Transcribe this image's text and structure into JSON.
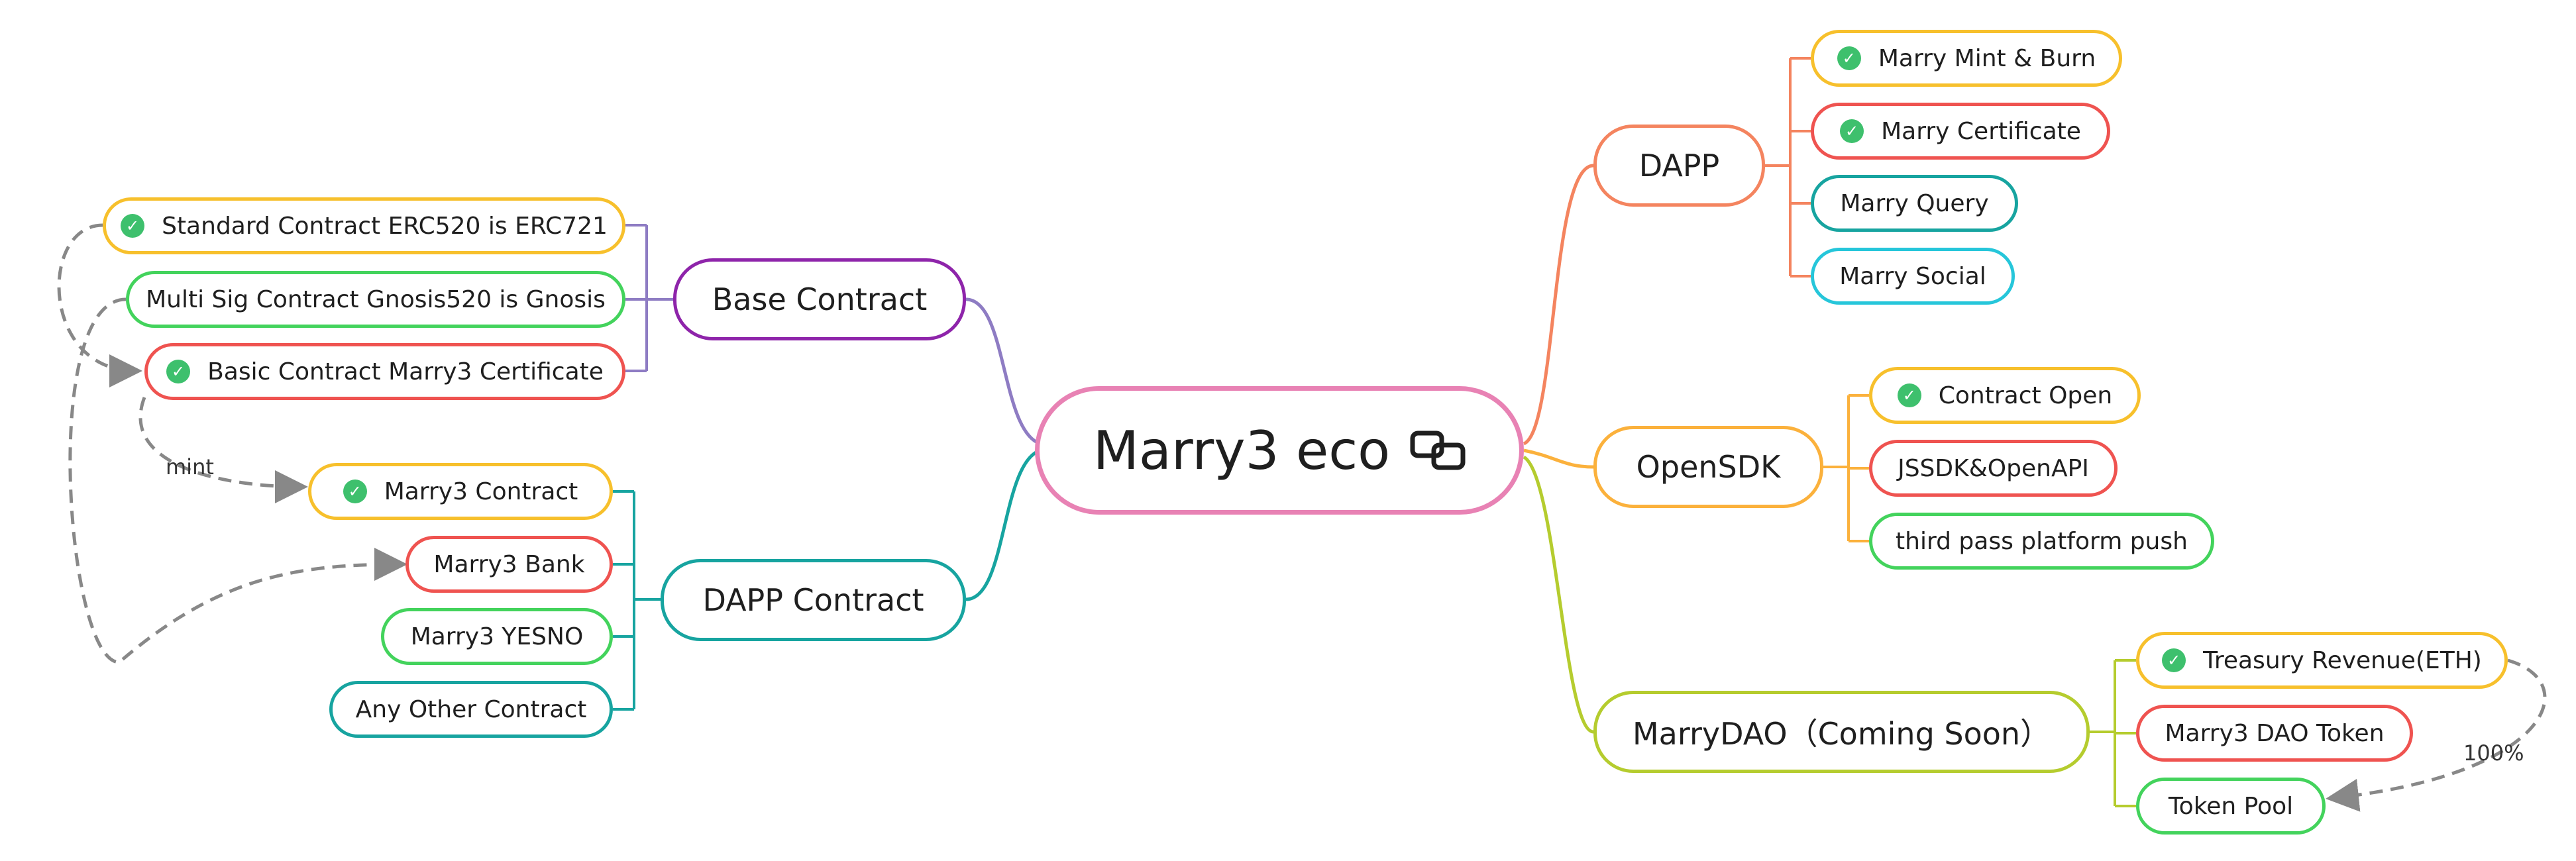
{
  "root": {
    "label": "Marry3 eco",
    "icon": "link-icon",
    "color": "#e882b4"
  },
  "base_contract": {
    "label": "Base Contract",
    "color": "#8e24aa",
    "items": [
      {
        "label": "Standard Contract ERC520 is ERC721",
        "checked": true,
        "color": "#f7c02c"
      },
      {
        "label": "Multi Sig Contract Gnosis520 is Gnosis",
        "checked": false,
        "color": "#43d35c"
      },
      {
        "label": "Basic Contract Marry3 Certificate",
        "checked": true,
        "color": "#ef5350"
      }
    ]
  },
  "dapp_contract": {
    "label": "DAPP Contract",
    "color": "#17a4a0",
    "items": [
      {
        "label": "Marry3  Contract",
        "checked": true,
        "color": "#f7c02c"
      },
      {
        "label": "Marry3 Bank",
        "checked": false,
        "color": "#ef5350"
      },
      {
        "label": "Marry3 YESNO",
        "checked": false,
        "color": "#43d35c"
      },
      {
        "label": "Any Other Contract",
        "checked": false,
        "color": "#17a4a0"
      }
    ]
  },
  "dapp": {
    "label": "DAPP",
    "color": "#f4845f",
    "items": [
      {
        "label": "Marry Mint & Burn",
        "checked": true,
        "color": "#f7c02c"
      },
      {
        "label": "Marry Certificate",
        "checked": true,
        "color": "#ef5350"
      },
      {
        "label": "Marry Query",
        "checked": false,
        "color": "#17a4a0"
      },
      {
        "label": "Marry Social",
        "checked": false,
        "color": "#26c6da"
      }
    ]
  },
  "opensdk": {
    "label": "OpenSDK",
    "color": "#fbb13c",
    "items": [
      {
        "label": "Contract Open",
        "checked": true,
        "color": "#f7c02c"
      },
      {
        "label": "JSSDK&OpenAPI",
        "checked": false,
        "color": "#ef5350"
      },
      {
        "label": "third pass platform push",
        "checked": false,
        "color": "#43d35c"
      }
    ]
  },
  "marrydao": {
    "label": "MarryDAO（Coming Soon）",
    "color": "#b5cc2e",
    "items": [
      {
        "label": "Treasury Revenue(ETH)",
        "checked": true,
        "color": "#f7c02c"
      },
      {
        "label": "Marry3 DAO Token",
        "checked": false,
        "color": "#ef5350"
      },
      {
        "label": "Token Pool",
        "checked": false,
        "color": "#43d35c"
      }
    ]
  },
  "annotations": {
    "mint": "mint",
    "percent": "100%"
  },
  "dashed_color": "#888888"
}
